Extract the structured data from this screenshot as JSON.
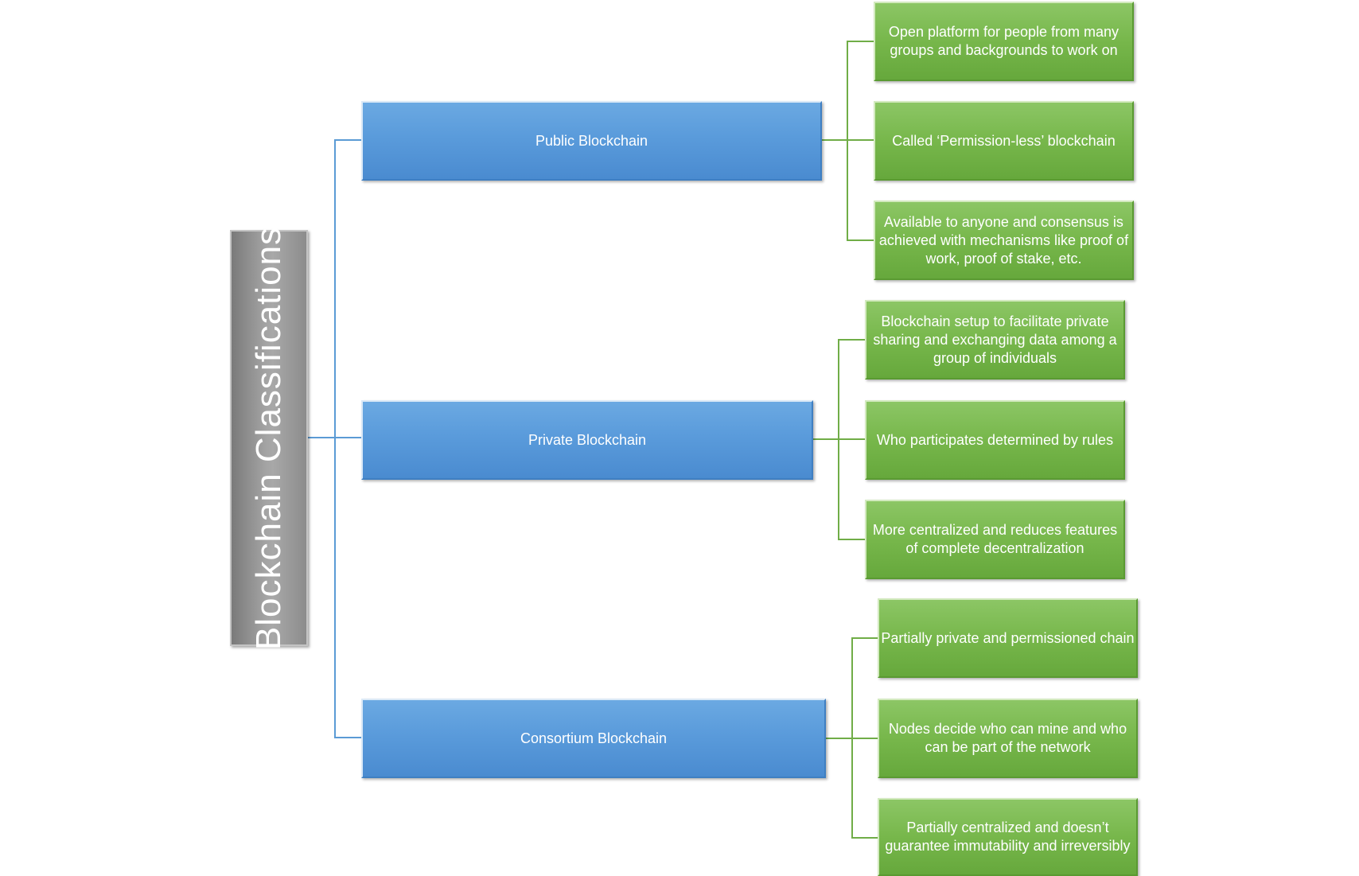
{
  "root": {
    "title": "Blockchain Classifications"
  },
  "categories": [
    {
      "label": "Public Blockchain",
      "items": [
        "Open platform for people from many groups and backgrounds to work on",
        "Called ‘Permission-less’ blockchain",
        "Available to anyone and consensus is achieved with mechanisms like proof of work, proof of stake, etc."
      ]
    },
    {
      "label": "Private Blockchain",
      "items": [
        "Blockchain setup to facilitate private sharing and exchanging data among a group of individuals",
        "Who participates determined by rules",
        "More centralized and reduces features of complete decentralization"
      ]
    },
    {
      "label": "Consortium Blockchain",
      "items": [
        "Partially private and permissioned chain",
        "Nodes decide who can mine and who can be part of the network",
        "Partially centralized and doesn’t guarantee immutability and irreversibly"
      ]
    }
  ],
  "colors": {
    "root_fill": "#a3a3a3",
    "category_fill": "#5b9bd5",
    "leaf_fill": "#77b74b",
    "root_connector": "#5b9bd5",
    "leaf_connector": "#70ad47"
  }
}
